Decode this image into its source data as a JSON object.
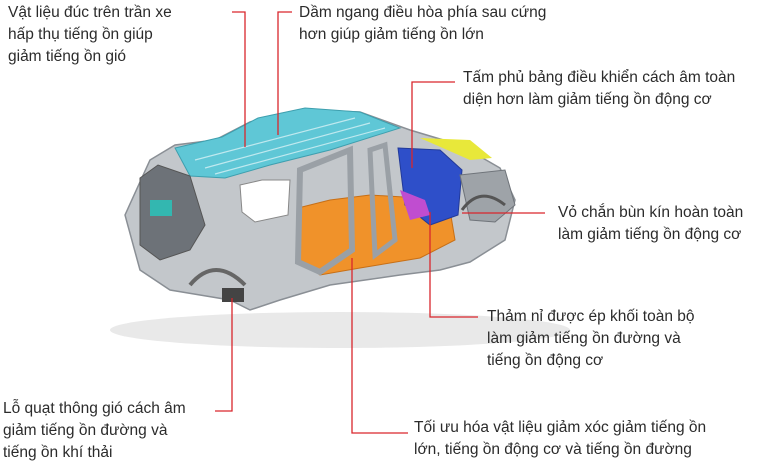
{
  "labels": {
    "roof": [
      "Vật liệu đúc trên trần xe",
      "hấp thụ tiếng ồn giúp",
      "giảm tiếng ồn gió"
    ],
    "beam": [
      "Dầm ngang điều hòa phía sau cứng",
      "hơn giúp giảm tiếng ồn lớn"
    ],
    "dash": [
      "Tấm phủ bảng điều khiển cách âm toàn",
      "diện hơn làm giảm tiếng ồn động cơ"
    ],
    "fender": [
      "Vỏ chắn bùn kín hoàn toàn",
      "làm giảm tiếng ồn động cơ"
    ],
    "carpet": [
      "Thảm nỉ được ép khối toàn bộ",
      "làm giảm tiếng ồn đường và",
      "tiếng ồn động cơ"
    ],
    "suspension": [
      "Tối ưu hóa vật liệu giảm xóc giảm tiếng ồn",
      "lớn, tiếng ồn động cơ và tiếng ồn đường"
    ],
    "vent": [
      "Lỗ quạt thông gió cách âm",
      "giảm tiếng ồn đường và",
      "tiếng ồn khí thải"
    ]
  },
  "colors": {
    "leader": "#d9262c",
    "body": "#bfc3c7",
    "roof": "#5fc7d6",
    "floor": "#f0922a",
    "dash": "#2e4fc9",
    "accent": "#e8e83a"
  }
}
